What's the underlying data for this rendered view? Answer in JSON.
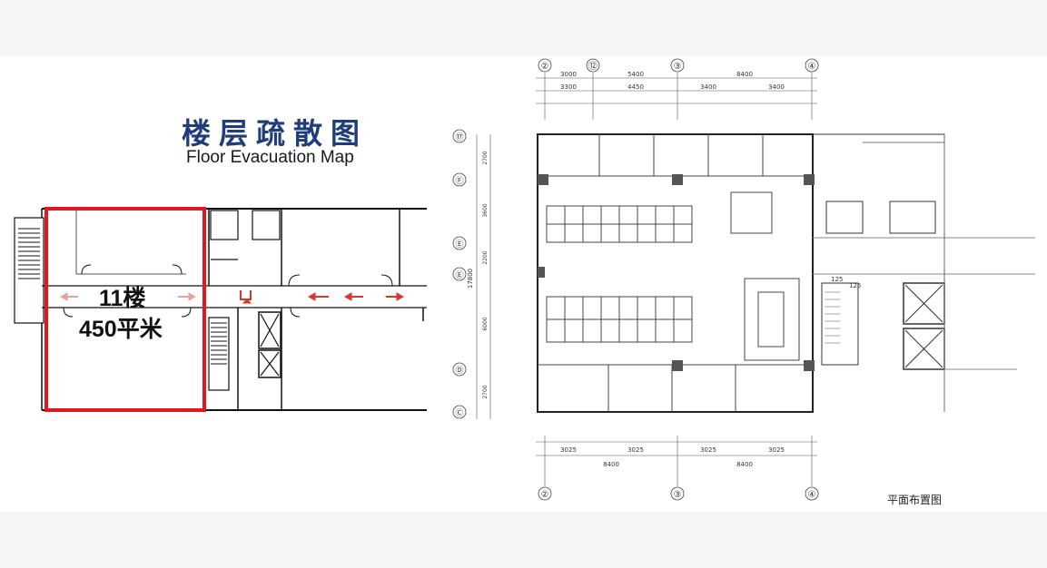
{
  "evacuation": {
    "title_cn": "楼层疏散图",
    "title_en": "Floor Evacuation Map",
    "floor_label": "11楼",
    "area_label": "450平米",
    "highlight_color": "#e0191e",
    "arrow_color": "#d9352b",
    "arrow_light_color": "#e8a0a0"
  },
  "plan": {
    "caption": "平面布置图",
    "axis_labels_top": [
      "②",
      "⑫",
      "③",
      "④"
    ],
    "axis_labels_bottom": [
      "②",
      "③",
      "④"
    ],
    "axis_labels_left": [
      "⑰",
      "Ⓕ",
      "Ⓔ",
      "Ⓔ",
      "Ⓓ",
      "Ⓒ"
    ],
    "dims_top_row1": [
      "3000",
      "5400",
      "8400"
    ],
    "dims_top_row2": [
      "3300",
      "4450",
      "3400",
      "3400"
    ],
    "dims_bottom_row1": [
      "3025",
      "3025",
      "3025",
      "3025"
    ],
    "dims_bottom_row2": [
      "8400",
      "8400"
    ],
    "dim_left_total": "17800",
    "dims_left": [
      "2700",
      "3600",
      "2200",
      "6000",
      "2700"
    ],
    "stair_label": "125",
    "stair_label2": "125"
  }
}
